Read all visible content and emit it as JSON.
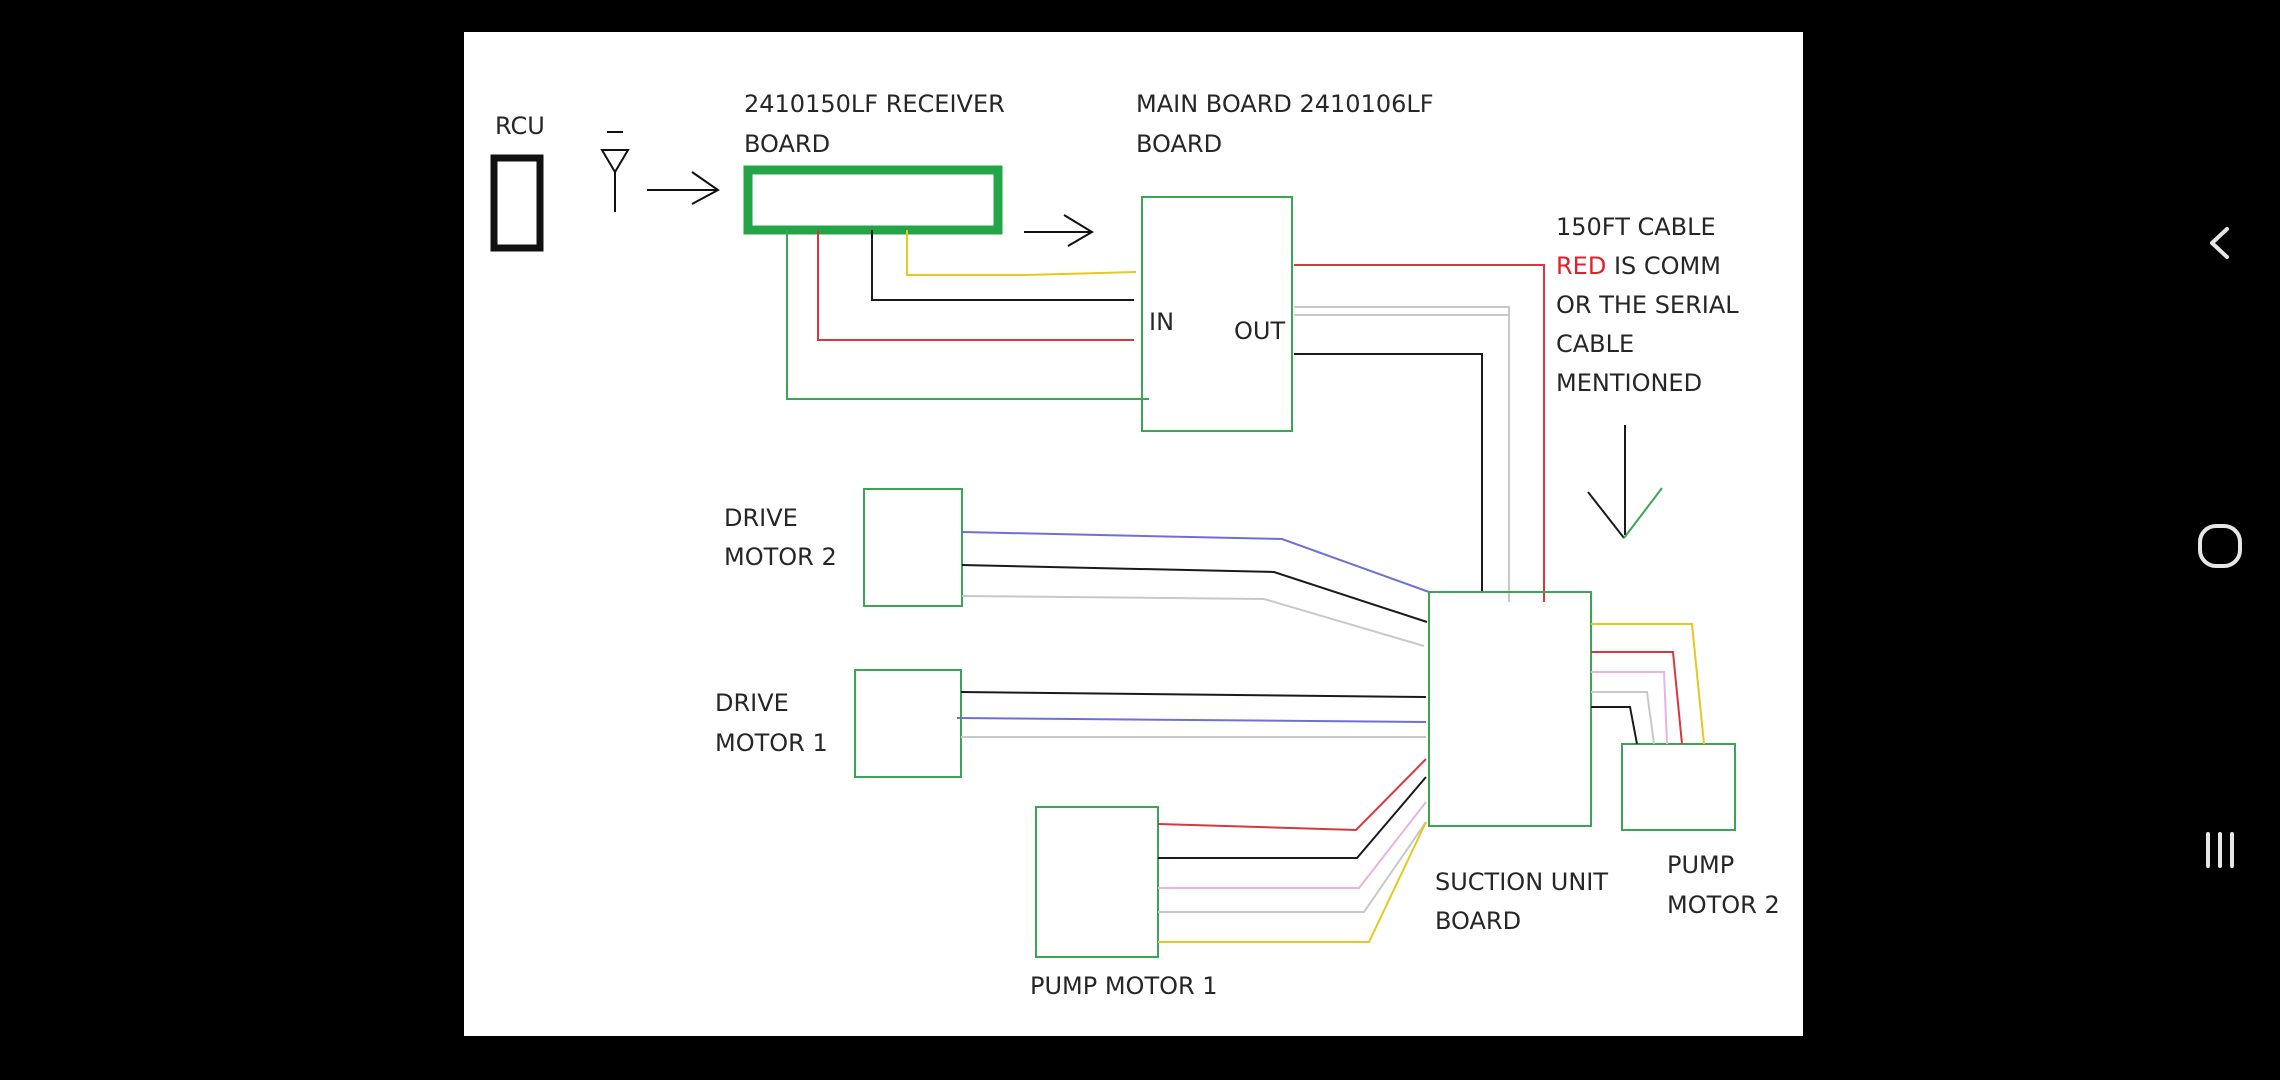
{
  "diagram": {
    "labels": {
      "rcu": "RCU",
      "receiver_line1": "2410150LF RECEIVER",
      "receiver_line2": "BOARD",
      "main_line1": "MAIN BOARD 2410106LF",
      "main_line2": "BOARD",
      "in": "IN",
      "out": "OUT",
      "cable_line1": "150FT CABLE",
      "cable_red": "RED",
      "cable_line2_rest": " IS COMM",
      "cable_line3": "OR THE SERIAL",
      "cable_line4": "CABLE",
      "cable_line5": "MENTIONED",
      "drive2_line1": "DRIVE",
      "drive2_line2": "MOTOR 2",
      "drive1_line1": "DRIVE",
      "drive1_line2": "MOTOR 1",
      "pump1": "PUMP MOTOR 1",
      "suction_line1": "SUCTION UNIT",
      "suction_line2": "BOARD",
      "pump2_line1": "PUMP",
      "pump2_line2": "MOTOR 2"
    },
    "colors": {
      "box": "#3aa655",
      "receiver": "#22a447",
      "red": "#d9363e",
      "black": "#1a1a1a",
      "yellow": "#e6c81e",
      "gray": "#c8c8c8",
      "blue": "#6f6fd8",
      "pink": "#e8b3e0"
    }
  },
  "navigation": {
    "back_icon": "chevron-left-icon",
    "home_icon": "home-circle-icon",
    "recents_icon": "recents-bars-icon"
  }
}
